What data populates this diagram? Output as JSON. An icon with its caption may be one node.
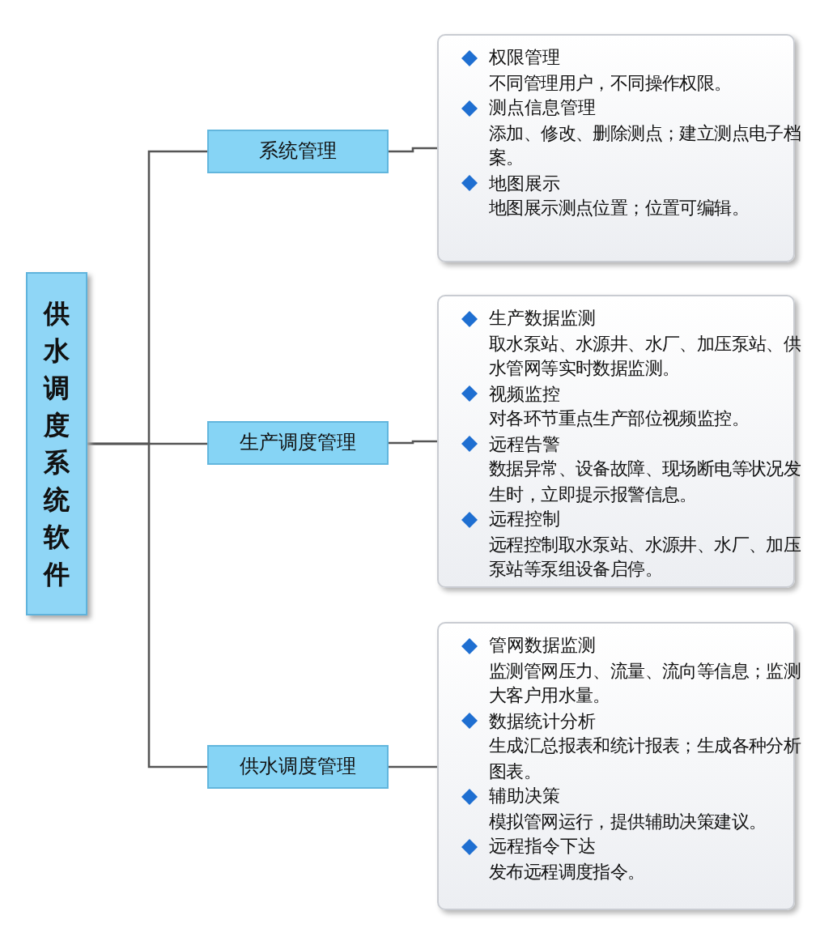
{
  "diagram": {
    "nodes": [
      {
        "text": [
          "供水调度系统软件"
        ]
      },
      {
        "text": [
          "系统管理"
        ]
      },
      {
        "text": [
          "生产调度管理"
        ]
      },
      {
        "text": [
          "供水调度管理"
        ]
      },
      {
        "text": [
          "权限管理",
          "不同管理用户，不同操作权限。",
          "测点信息管理",
          "添加、修改、删除测点；建立测点电子档案。",
          "地图展示",
          "地图展示测点位置；位置可编辑。"
        ]
      },
      {
        "text": [
          "生产数据监测",
          "取水泵站、水源井、水厂、加压泵站、供水管网等实时数据监测。",
          "视频监控",
          "对各环节重点生产部位视频监控。",
          "远程告警",
          "数据异常、设备故障、现场断电等状况发生时，立即提示报警信息。",
          "远程控制",
          "远程控制取水泵站、水源井、水厂、加压泵站等泵组设备启停。"
        ]
      },
      {
        "text": [
          "管网数据监测",
          "监测管网压力、流量、流向等信息；监测大客户用水量。",
          "数据统计分析",
          "生成汇总报表和统计报表；生成各种分析图表。",
          "辅助决策",
          "模拟管网运行，提供辅助决策建议。",
          "远程指令下达",
          "发布远程调度指令。"
        ]
      }
    ],
    "edges": [
      {
        "from": 0,
        "to": 1,
        "arrow": "none"
      },
      {
        "from": 0,
        "to": 2,
        "arrow": "none"
      },
      {
        "from": 0,
        "to": 3,
        "arrow": "none"
      },
      {
        "from": 1,
        "to": 4,
        "arrow": "none"
      },
      {
        "from": 2,
        "to": 5,
        "arrow": "none"
      },
      {
        "from": 3,
        "to": 6,
        "arrow": "none"
      }
    ]
  }
}
